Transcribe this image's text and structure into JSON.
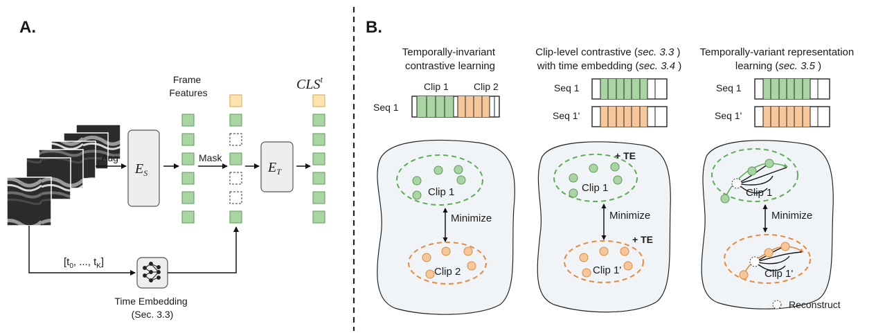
{
  "panel_a": {
    "label": "A.",
    "aug_label": "Aug",
    "encoder_s": {
      "main": "E",
      "sub": "S"
    },
    "frame_features_line1": "Frame",
    "frame_features_line2": "Features",
    "mask_label": "Mask",
    "encoder_t": {
      "main": "E",
      "sub": "T"
    },
    "cls_label": {
      "main": "CLS",
      "sup": "t"
    },
    "time_index_label": {
      "open": "[t",
      "first_sub": "0",
      "middle": ", ..., t",
      "last_sub": "K",
      "close": "]"
    },
    "time_embedding_line1": "Time Embedding",
    "time_embedding_line2": "(Sec. 3.3)"
  },
  "panel_b": {
    "label": "B.",
    "col1": {
      "title_line1": "Temporally-invariant",
      "title_line2": "contrastive learning",
      "clip1_header": "Clip 1",
      "clip2_header": "Clip 2",
      "seq_label": "Seq 1",
      "top_cluster_label": "Clip 1",
      "bottom_cluster_label": "Clip 2",
      "arrow_label": "Minimize"
    },
    "col2": {
      "title_line1_plain": "Clip-level contrastive (",
      "title_line1_italic": "sec. 3.3",
      "title_line1_end": " )",
      "title_line2_plain": "with time embedding (",
      "title_line2_italic": "sec. 3.4",
      "title_line2_end": " )",
      "seq_a_label": "Seq 1",
      "seq_b_label": "Seq 1'",
      "top_te_label": "+ TE",
      "bottom_te_label": "+ TE",
      "top_cluster_label": "Clip 1",
      "bottom_cluster_label": "Clip 1'",
      "arrow_label": "Minimize"
    },
    "col3": {
      "title_line1": "Temporally-variant representation",
      "title_line2_plain": "learning (",
      "title_line2_italic": "sec. 3.5",
      "title_line2_end": " )",
      "seq_a_label": "Seq 1",
      "seq_b_label": "Seq 1'",
      "top_cluster_label": "Clip 1",
      "bottom_cluster_label": "Clip 1'",
      "arrow_label": "Minimize"
    },
    "legend_reconstruct": "Reconstruct"
  },
  "colors": {
    "green_fill": "#a8d5a2",
    "green_stroke": "#5b9a55",
    "orange_fill": "#f7c79a",
    "orange_stroke": "#d98a3d",
    "yellow_fill": "#fce3b0",
    "box_fill": "#eeeeee",
    "blob_fill": "#f1f4f7",
    "cluster_green": "#5cab56",
    "cluster_orange": "#e8883a"
  }
}
